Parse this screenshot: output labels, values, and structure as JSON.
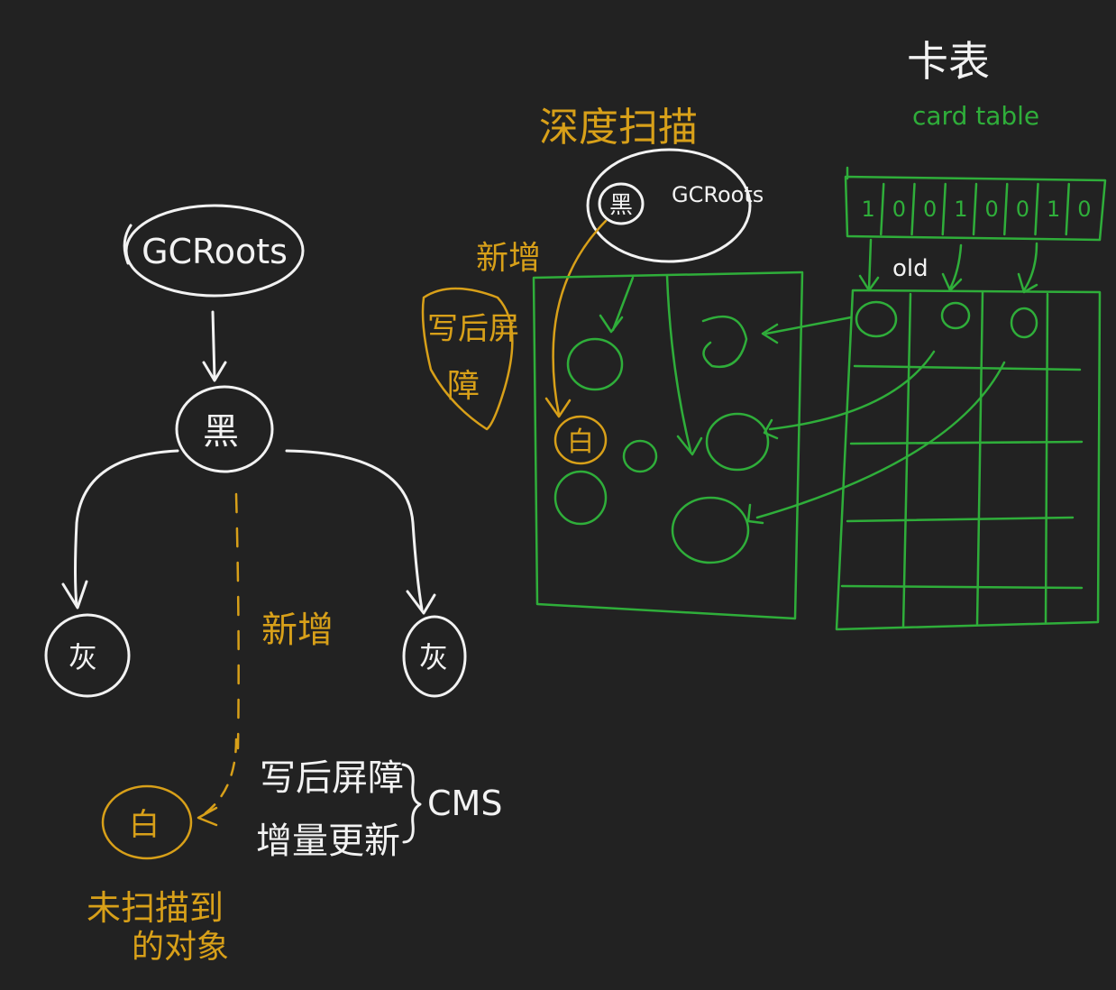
{
  "colors": {
    "background": "#222222",
    "white": "#f2f2f2",
    "gold": "#d8a019",
    "green": "#2fae3a"
  },
  "left_diagram": {
    "root": "GCRoots",
    "black": "黑",
    "grey_left": "灰",
    "grey_right": "灰",
    "white": "白",
    "new_label": "新增",
    "method_1": "写后屏障",
    "method_2": "增量更新",
    "collector": "CMS",
    "unscanned_note_line1": "未扫描到",
    "unscanned_note_line2": "的对象"
  },
  "right_diagram": {
    "title": "深度扫描",
    "root": "GCRoots",
    "black": "黑",
    "new_label": "新增",
    "barrier_line1": "写后屏",
    "barrier_line2": "障",
    "white": "白",
    "card_title": "卡表",
    "card_subtitle": "card table",
    "card_bits": [
      "1",
      "0",
      "0",
      "1",
      "0",
      "0",
      "1",
      "0"
    ],
    "old_label": "old"
  }
}
